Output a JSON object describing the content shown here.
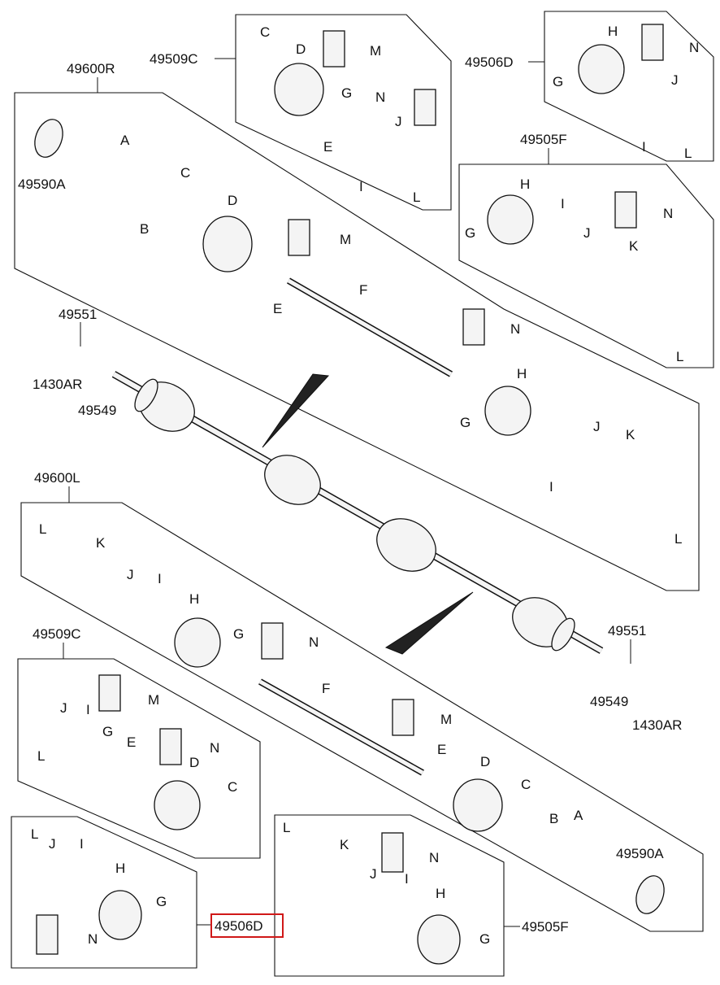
{
  "assemblies": {
    "main_right": "49600R",
    "main_left": "49600L",
    "kit_c_upper": "49509C",
    "kit_d_upper": "49506D",
    "kit_f_upper": "49505F",
    "kit_c_lower": "49509C",
    "kit_d_lower": "49506D",
    "kit_f_lower": "49505F"
  },
  "parts": {
    "ring_upper": "49590A",
    "ring_lower": "49590A",
    "nut_upper": "49551",
    "nut_lower": "49551",
    "washer_upper": "49549",
    "washer_lower": "49549",
    "pin_upper": "1430AR",
    "pin_lower": "1430AR"
  },
  "letters": [
    "A",
    "B",
    "C",
    "D",
    "E",
    "F",
    "G",
    "H",
    "I",
    "J",
    "K",
    "L",
    "M",
    "N"
  ],
  "highlighted_part": "49506D",
  "highlight_color": "#d01818"
}
